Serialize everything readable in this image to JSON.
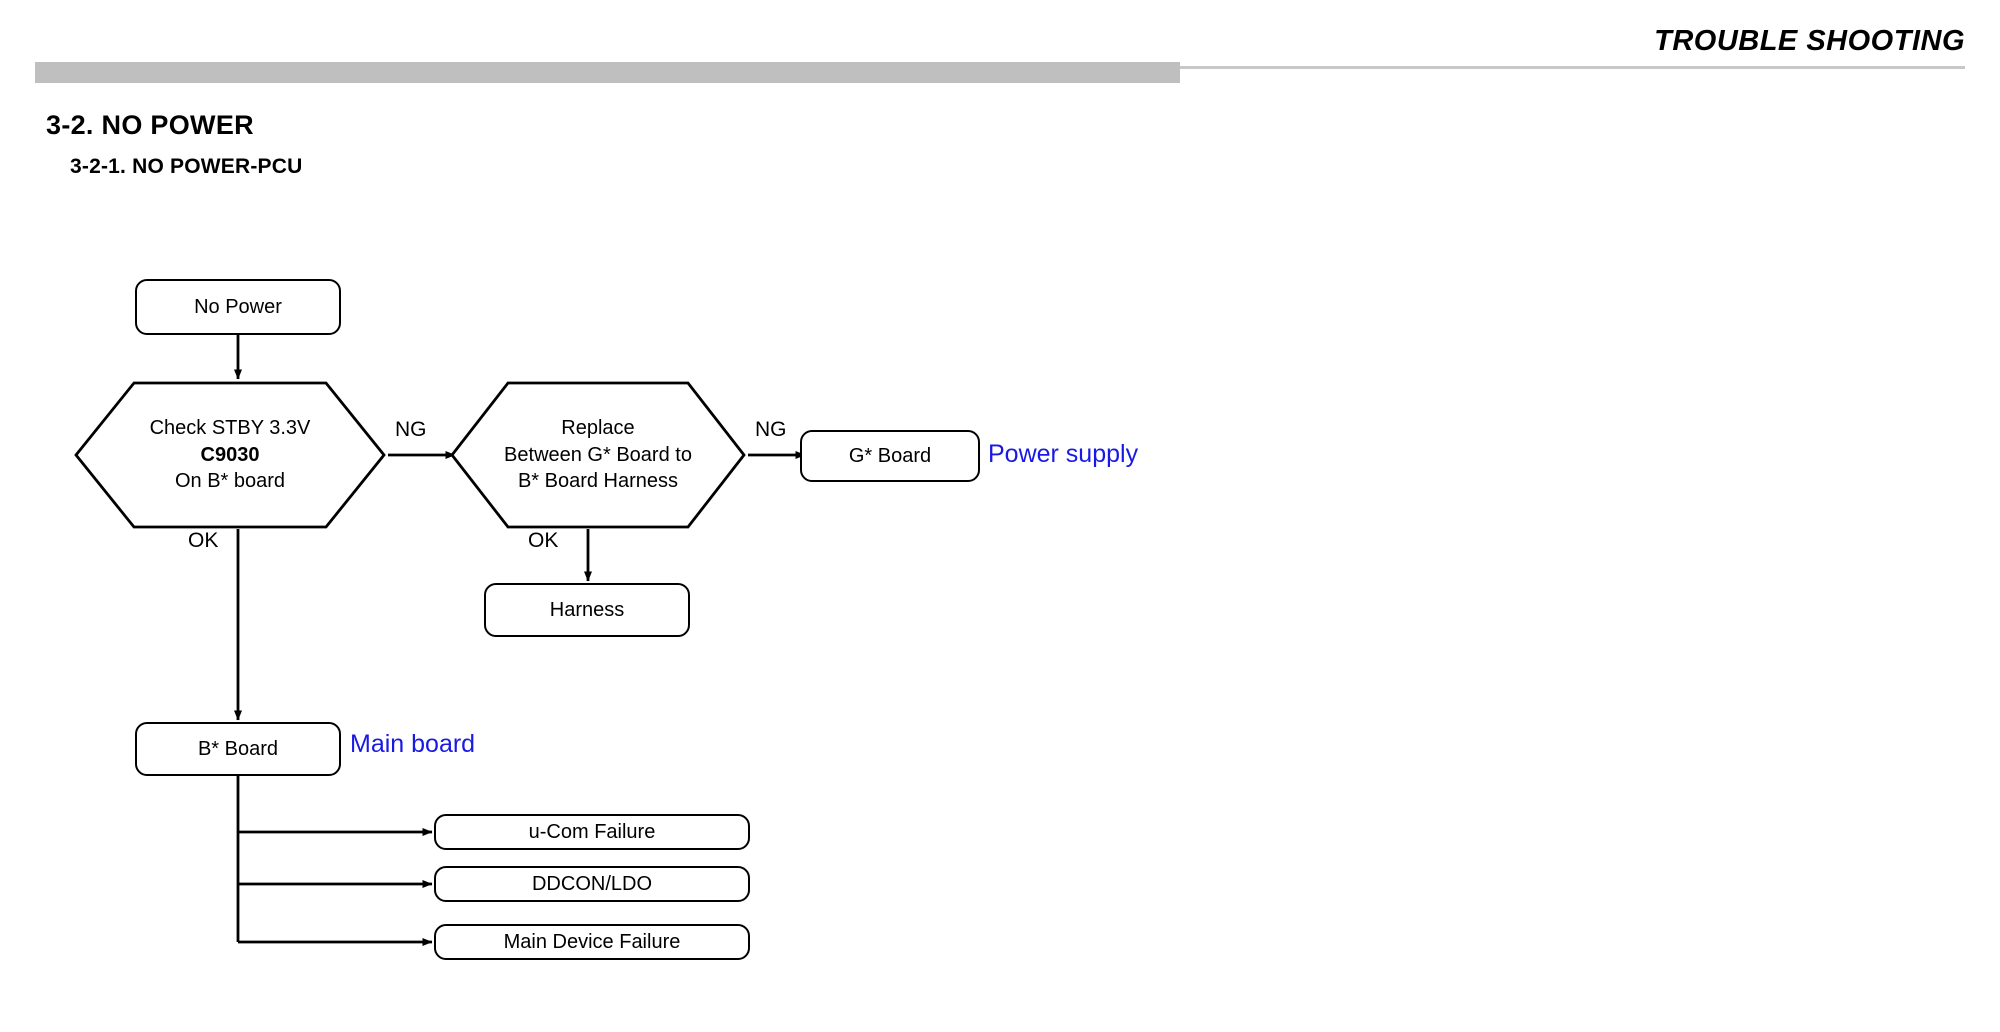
{
  "header": {
    "title": "TROUBLE SHOOTING"
  },
  "section": {
    "title": "3-2. NO POWER",
    "subtitle": "3-2-1. NO POWER-PCU"
  },
  "flowchart": {
    "type": "diagram",
    "nodes": {
      "no_power": "No Power",
      "check_stby": {
        "line1": "Check STBY 3.3V",
        "line2": "C9030",
        "line3": "On B* board"
      },
      "replace_harness": {
        "line1": "Replace",
        "line2": "Between G* Board  to",
        "line3": "B* Board Harness"
      },
      "g_board": "G* Board",
      "harness": "Harness",
      "b_board": "B* Board",
      "ucom_failure": "u-Com Failure",
      "ddcon_ldo": "DDCON/LDO",
      "main_device_failure": "Main Device Failure"
    },
    "edge_labels": {
      "ng_1": "NG",
      "ng_2": "NG",
      "ok_1": "OK",
      "ok_2": "OK"
    },
    "annotations": {
      "power_supply": "Power supply",
      "main_board": "Main board"
    },
    "colors": {
      "annotation": "#1919e6",
      "stroke": "#000000",
      "header_bar": "#bfbfbf",
      "header_rule": "#c8c8c8"
    }
  }
}
